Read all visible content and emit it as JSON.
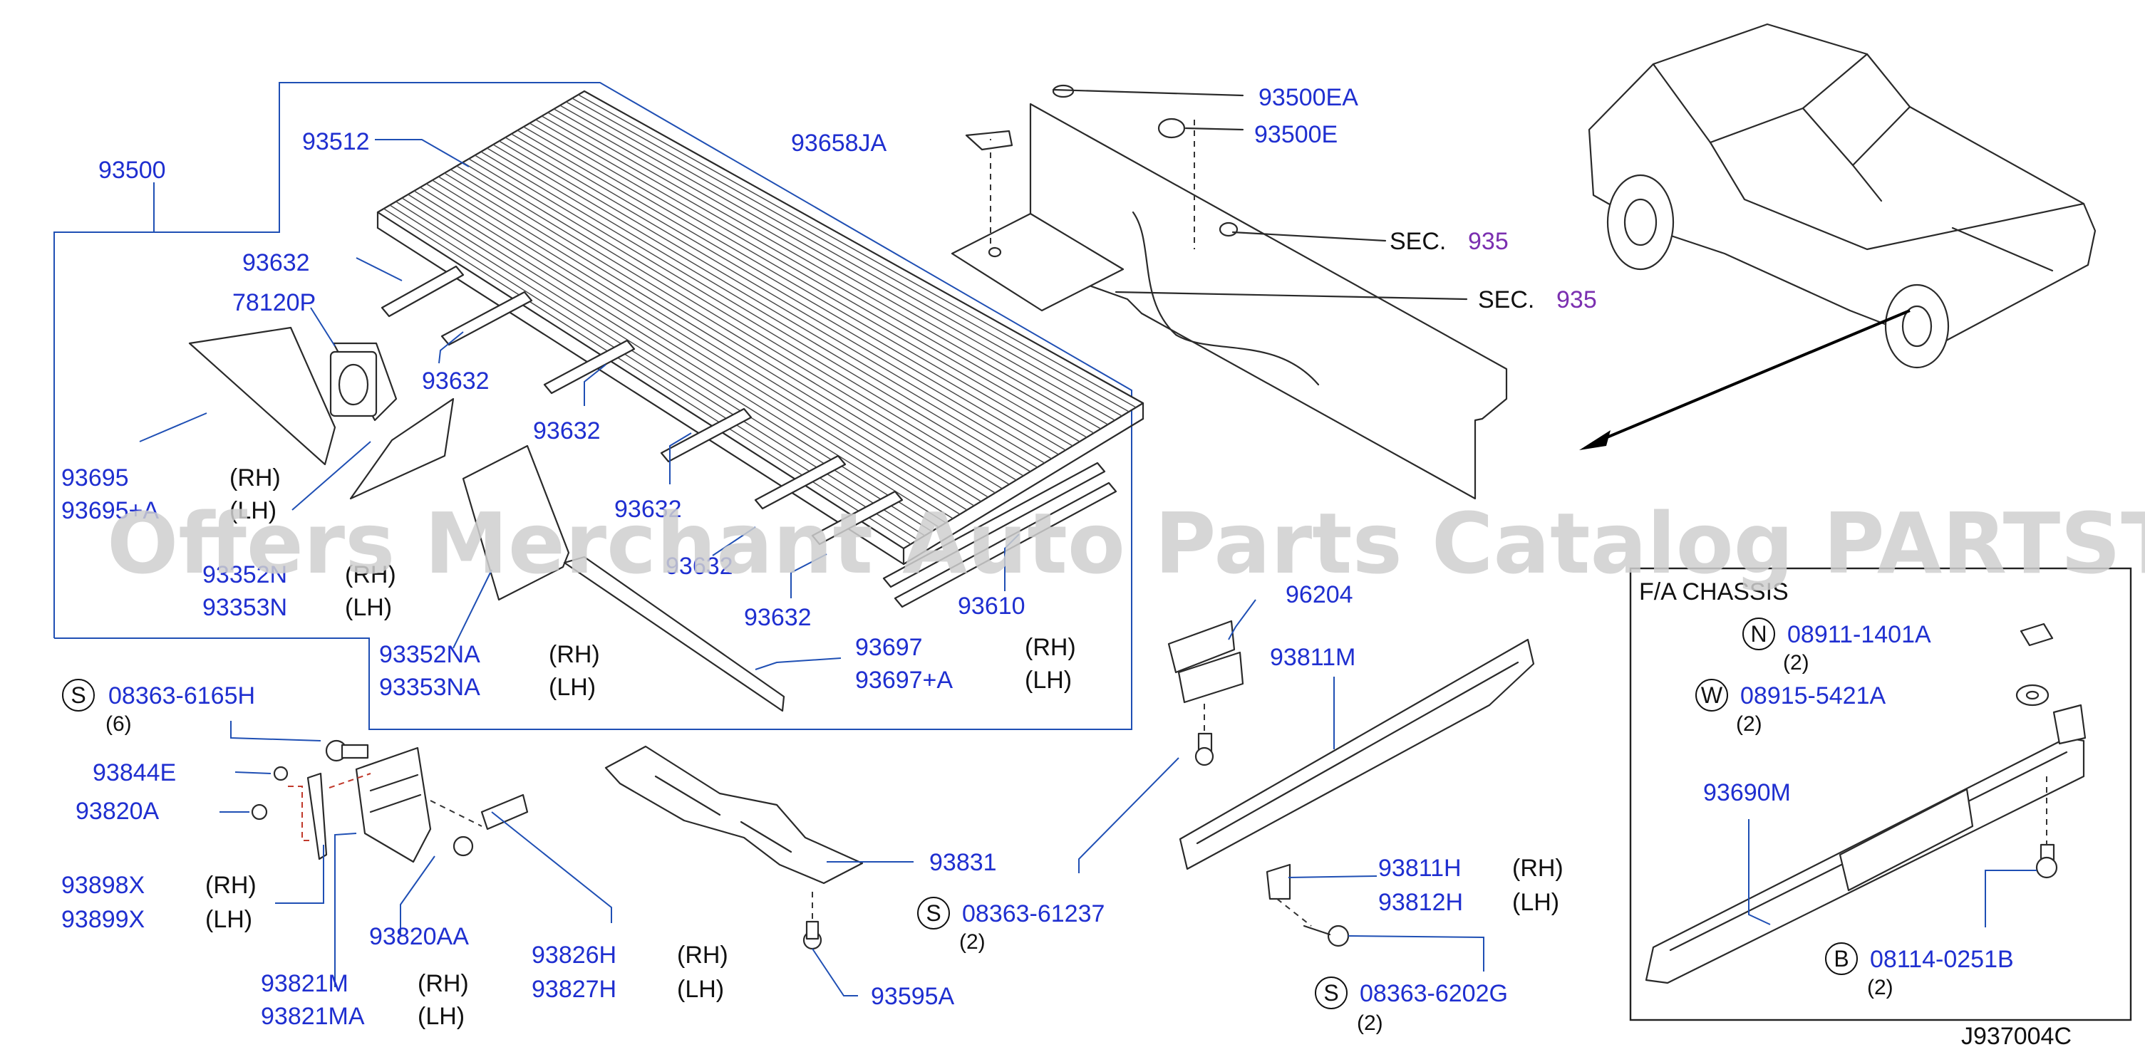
{
  "diagram": {
    "watermark": "Offers Merchant Auto Parts Catalog PARTSTORE.SA",
    "code": "J937004C",
    "colors": {
      "part_number": "#1f2fd0",
      "section_ref": "#7b2fb0",
      "leader": "#1f4fb4"
    },
    "parts": [
      {
        "no": "93500"
      },
      {
        "no": "93512"
      },
      {
        "no": "93632"
      },
      {
        "no": "78120P"
      },
      {
        "no": "93632"
      },
      {
        "no": "93632"
      },
      {
        "no": "93695",
        "side": "(RH)"
      },
      {
        "no": "93695+A",
        "side": "(LH)"
      },
      {
        "no": "93632"
      },
      {
        "no": "93352N",
        "side": "(RH)"
      },
      {
        "no": "93353N",
        "side": "(LH)"
      },
      {
        "no": "93632"
      },
      {
        "no": "93632"
      },
      {
        "no": "93610"
      },
      {
        "no": "93352NA",
        "side": "(RH)"
      },
      {
        "no": "93353NA",
        "side": "(LH)"
      },
      {
        "no": "93697",
        "side": "(RH)"
      },
      {
        "no": "93697+A",
        "side": "(LH)"
      },
      {
        "no": "93658JA"
      },
      {
        "no": "93500EA"
      },
      {
        "no": "93500E"
      },
      {
        "no": "08363-6165H",
        "mark": "S",
        "qty": "(6)"
      },
      {
        "no": "93844E"
      },
      {
        "no": "93820A"
      },
      {
        "no": "93898X",
        "side": "(RH)"
      },
      {
        "no": "93899X",
        "side": "(LH)"
      },
      {
        "no": "93820AA"
      },
      {
        "no": "93821M",
        "side": "(RH)"
      },
      {
        "no": "93821MA",
        "side": "(LH)"
      },
      {
        "no": "93826H",
        "side": "(RH)"
      },
      {
        "no": "93827H",
        "side": "(LH)"
      },
      {
        "no": "93831"
      },
      {
        "no": "93595A"
      },
      {
        "no": "08363-61237",
        "mark": "S",
        "qty": "(2)"
      },
      {
        "no": "96204"
      },
      {
        "no": "93811M"
      },
      {
        "no": "93811H",
        "side": "(RH)"
      },
      {
        "no": "93812H",
        "side": "(LH)"
      },
      {
        "no": "08363-6202G",
        "mark": "S",
        "qty": "(2)"
      }
    ],
    "sections": [
      {
        "label": "SEC.",
        "ref": "935"
      },
      {
        "label": "SEC.",
        "ref": "935"
      }
    ],
    "inset": {
      "title": "F/A   CHASSIS",
      "parts": [
        {
          "no": "08911-1401A",
          "mark": "N",
          "qty": "(2)"
        },
        {
          "no": "08915-5421A",
          "mark": "W",
          "qty": "(2)"
        },
        {
          "no": "93690M"
        },
        {
          "no": "08114-0251B",
          "mark": "B",
          "qty": "(2)"
        }
      ]
    }
  }
}
